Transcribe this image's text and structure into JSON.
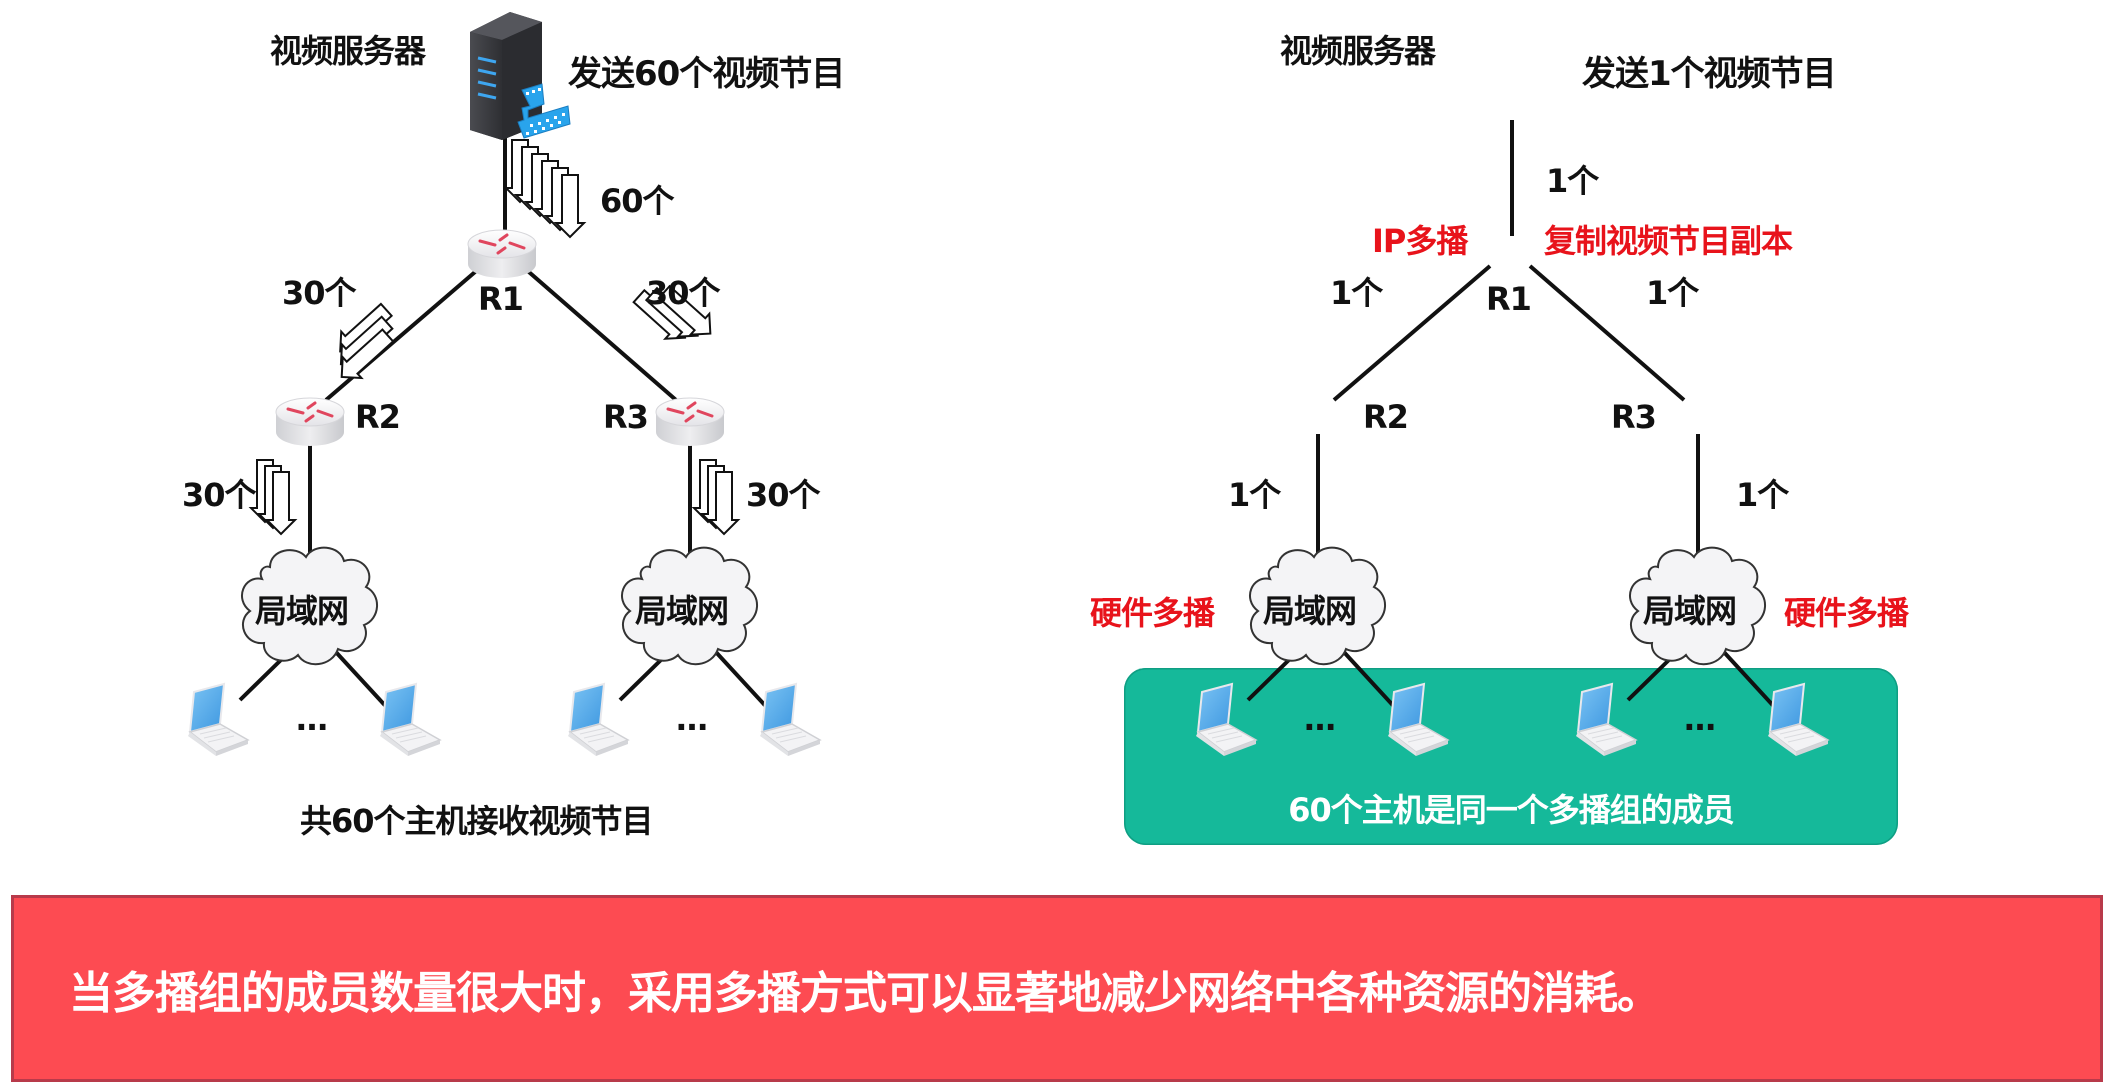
{
  "left_panel": {
    "server_label": "视频服务器",
    "send_label": "发送60个视频节目",
    "server_to_r1_count": "60个",
    "r1_to_r2_count": "30个",
    "r1_to_r3_count": "30个",
    "r2_to_lan_count": "30个",
    "r3_to_lan_count": "30个",
    "routers": [
      "R1",
      "R2",
      "R3"
    ],
    "lan_label": "局域网",
    "ellipsis": "…",
    "footer": "共60个主机接收视频节目",
    "packet_stack_server": 6,
    "packet_stack_branch": 3
  },
  "right_panel": {
    "server_label": "视频服务器",
    "send_label": "发送1个视频节目",
    "server_to_r1_count": "1个",
    "r1_left_note": "IP多播",
    "r1_right_note": "复制视频节目副本",
    "r1_to_r2_count": "1个",
    "r1_to_r3_count": "1个",
    "r2_to_lan_count": "1个",
    "r3_to_lan_count": "1个",
    "routers": [
      "R1",
      "R2",
      "R3"
    ],
    "lan_label": "局域网",
    "hw_multicast_label": "硬件多播",
    "ellipsis": "…",
    "group_caption": "60个主机是同一个多播组的成员"
  },
  "banner": {
    "text": "当多播组的成员数量很大时，采用多播方式可以显著地减少网络中各种资源的消耗。"
  },
  "colors": {
    "highlight_red": "#e8131b",
    "group_teal": "#15b99a",
    "banner_red": "#fd4b52",
    "router_arrow": "#e0465e",
    "laptop_screen": "#4aa8e8",
    "server_body": "#3a3b40"
  }
}
